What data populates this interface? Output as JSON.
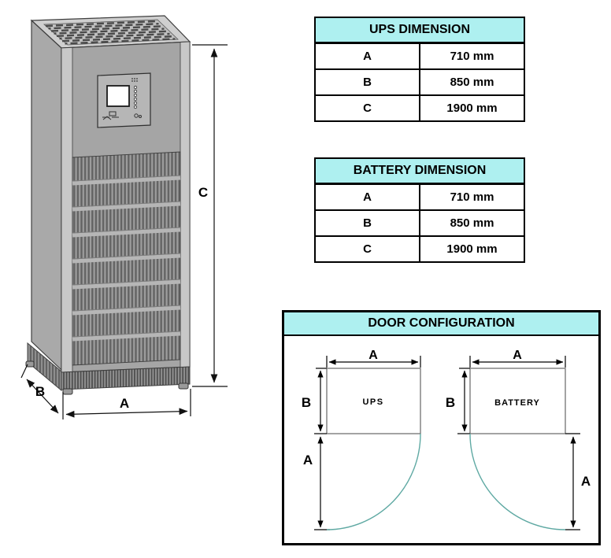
{
  "cabinet": {
    "dim_width_label": "A",
    "dim_depth_label": "B",
    "dim_height_label": "C"
  },
  "ups_table": {
    "title": "UPS DIMENSION",
    "rows": [
      {
        "label": "A",
        "value": "710 mm"
      },
      {
        "label": "B",
        "value": "850 mm"
      },
      {
        "label": "C",
        "value": "1900 mm"
      }
    ]
  },
  "battery_table": {
    "title": "BATTERY DIMENSION",
    "rows": [
      {
        "label": "A",
        "value": "710 mm"
      },
      {
        "label": "B",
        "value": "850 mm"
      },
      {
        "label": "C",
        "value": "1900 mm"
      }
    ]
  },
  "door_configuration": {
    "title": "DOOR CONFIGURATION",
    "ups_door": {
      "name": "UPS",
      "width_label": "A",
      "height_label": "B",
      "swing_label": "A"
    },
    "battery_door": {
      "name": "BATTERY",
      "width_label": "A",
      "height_label": "B",
      "swing_label": "A"
    }
  },
  "colors": {
    "table_header_bg": "#aef0f0",
    "door_swing_arc": "#5fa9a3",
    "cabinet_body": "#a9a9a9",
    "outline": "#000000"
  }
}
